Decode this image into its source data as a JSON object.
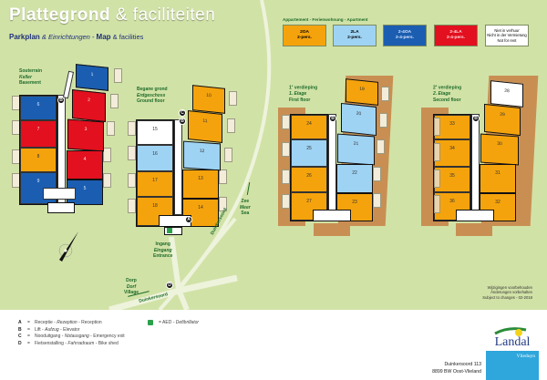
{
  "header": {
    "title_bold": "Plattegrond",
    "title_light": "& faciliteiten",
    "subtitle": {
      "part1_bold": "Parkplan",
      "part2": "& Einrichtungen -",
      "part3_bold": "Map",
      "part4": "& facilities"
    }
  },
  "legend": {
    "heading": "Appartement - Ferienwohnung - Apartment",
    "items": [
      {
        "line1": "2OA",
        "line2": "2-pers.",
        "color": "#f5a30c"
      },
      {
        "line1": "2LA",
        "line2": "2-pers.",
        "color": "#9fd3f3"
      },
      {
        "line1": "2-4OA",
        "line2": "2-4-pers.",
        "color": "#1b5eb1"
      },
      {
        "line1": "2-4LA",
        "line2": "2-4-pers.",
        "color": "#e3101f"
      },
      {
        "line1": "Niet in verhuur",
        "line2": "Nicht in der Vermietung",
        "line3": "Not for rent",
        "color": "#ffffff"
      }
    ]
  },
  "floors": {
    "basement": {
      "nl": "Souterrain",
      "de": "Keller",
      "en": "Basement",
      "rooms": [
        "1",
        "2",
        "3",
        "4",
        "5",
        "6",
        "7",
        "8",
        "9"
      ]
    },
    "ground": {
      "nl": "Begane grond",
      "de": "Erdgeschoss",
      "en": "Ground floor",
      "rooms": [
        "10",
        "11",
        "12",
        "13",
        "14",
        "15",
        "16",
        "17",
        "18"
      ]
    },
    "first": {
      "nl_sup": "e",
      "nl": "1",
      "nl_rest": "verdieping",
      "de": "1. Etage",
      "en": "First floor",
      "rooms": [
        "19",
        "20",
        "21",
        "22",
        "23",
        "24",
        "25",
        "26",
        "27"
      ]
    },
    "second": {
      "nl_sup": "e",
      "nl": "2",
      "nl_rest": "verdieping",
      "de": "2. Etage",
      "en": "Second floor",
      "rooms": [
        "28",
        "29",
        "30",
        "31",
        "32",
        "33",
        "34",
        "35",
        "36"
      ]
    }
  },
  "map": {
    "entrance": {
      "nl": "Ingang",
      "de": "Eingang",
      "en": "Entrance"
    },
    "sea": {
      "nl": "Zee",
      "de": "Meer",
      "en": "Sea"
    },
    "village": {
      "nl": "Dorp",
      "de": "Dorf",
      "en": "Village"
    },
    "road_name": "Duinkersoord",
    "badges": {
      "a": "A",
      "b": "B",
      "c": "C",
      "d": "D"
    },
    "compass_icon": "north-arrow-icon"
  },
  "disclaimer": {
    "nl": "Wijzigingen voorbehouden",
    "de": "Änderungen vorbehalten",
    "en": "Subject to changes - 02-2018"
  },
  "key": [
    {
      "letter": "A",
      "nl": "Receptie",
      "de": "Rezeption",
      "en": "Reception"
    },
    {
      "letter": "B",
      "nl": "Lift",
      "de": "Aufzug",
      "en": "Elevator"
    },
    {
      "letter": "C",
      "nl": "Nooduitgang",
      "de": "Notausgang",
      "en": "Emergency exit"
    },
    {
      "letter": "D",
      "nl": "Fietsenstalling",
      "de": "Fahrradraum",
      "en": "Bike shed"
    }
  ],
  "aed": {
    "icon": "aed-icon",
    "text": "= AED - ",
    "text_italic": "Defibrillator"
  },
  "address": {
    "line1": "Duinkersoord 113",
    "line2": "8899 BW  Oost-Vlieland"
  },
  "logo": {
    "brand": "Landal",
    "park": "Vlieduyn"
  }
}
